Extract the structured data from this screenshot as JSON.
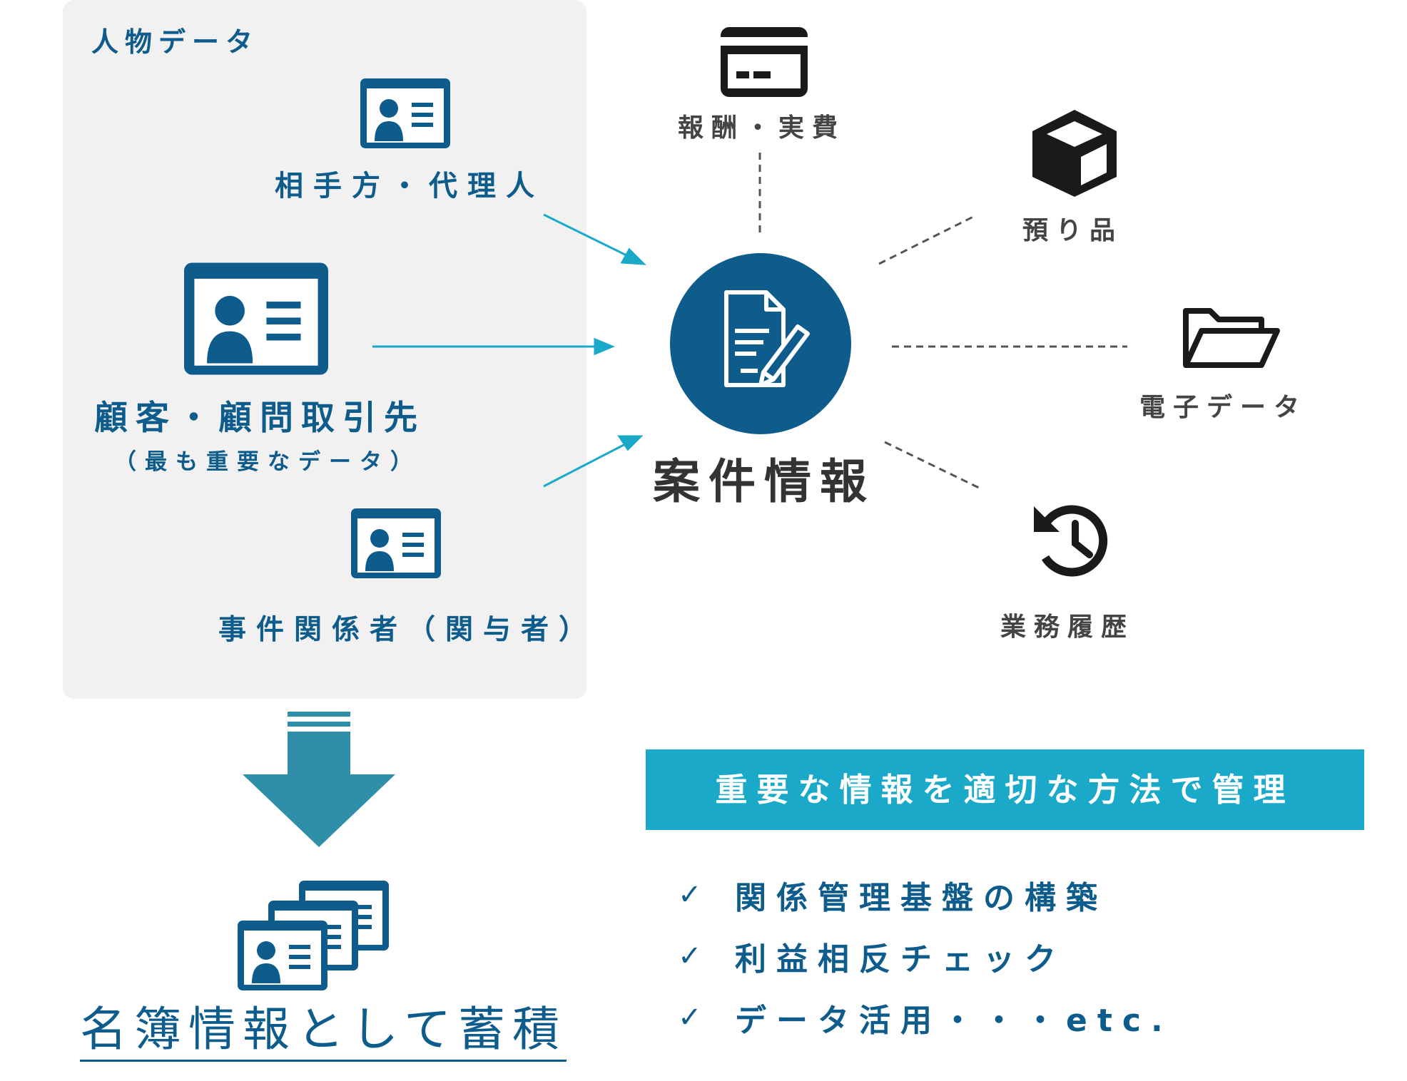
{
  "panel": {
    "title": "人物データ"
  },
  "people": {
    "aite": "相手方・代理人",
    "kokyaku": "顧客・顧問取引先",
    "kokyaku_sub": "（最も重要なデータ）",
    "jiken": "事件関係者（関与者）"
  },
  "center": {
    "label": "案件情報",
    "icon": "document-signature-icon"
  },
  "related": {
    "hoshu": {
      "label": "報酬・実費",
      "icon": "credit-card-icon"
    },
    "azukari": {
      "label": "預り品",
      "icon": "box-icon"
    },
    "denshi": {
      "label": "電子データ",
      "icon": "folder-icon"
    },
    "gyomu": {
      "label": "業務履歴",
      "icon": "history-icon"
    }
  },
  "banner": {
    "text": "重要な情報を適切な方法で管理"
  },
  "bullets": [
    {
      "text": "関係管理基盤の構築"
    },
    {
      "text": "利益相反チェック"
    },
    {
      "text": "データ活用・・・etc."
    }
  ],
  "check_symbol": "✓",
  "bottom": {
    "label": "名簿情報として蓄積",
    "icon": "stacked-id-cards-icon"
  },
  "colors": {
    "navy": "#0d5c8c",
    "cyan": "#1aa9c8",
    "teal_arrow": "#2f8fa9",
    "panel": "#f1f1f1"
  }
}
